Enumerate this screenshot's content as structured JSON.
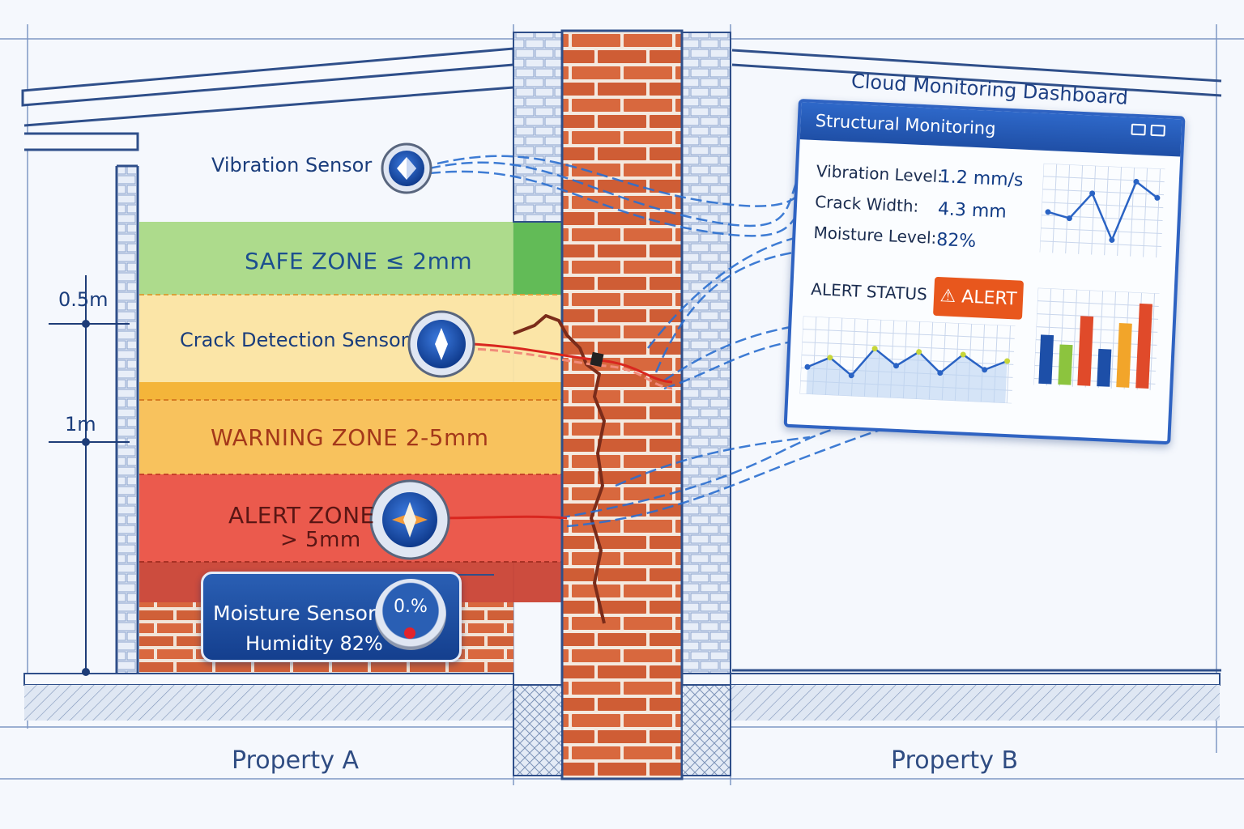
{
  "sensors": {
    "vibration": "Vibration Sensor",
    "crack": "Crack Detection Sensor",
    "moisture_title": "Moisture Sensor",
    "moisture_humidity": "Humidity 82%",
    "moisture_dial": "0.%"
  },
  "zones": {
    "safe": "SAFE ZONE ≤ 2mm",
    "warning": "WARNING ZONE 2-5mm",
    "alert_line1": "ALERT ZONE",
    "alert_line2": "> 5mm"
  },
  "dimensions": {
    "half": "0.5m",
    "one": "1m"
  },
  "properties": {
    "a": "Property A",
    "b": "Property B"
  },
  "dashboard": {
    "caption": "Cloud Monitoring Dashboard",
    "title": "Structural Monitoring",
    "metrics": [
      {
        "name": "Vibration Level:",
        "value": "1.2 mm/s"
      },
      {
        "name": "Crack Width:",
        "value": "4.3 mm"
      },
      {
        "name": "Moisture Level:",
        "value": "82%"
      }
    ],
    "alert_label": "ALERT STATUS",
    "alert_badge": "⚠ ALERT",
    "line_chart_top": [
      0.55,
      0.62,
      0.28,
      0.88,
      0.1,
      0.3
    ],
    "line_chart_bottom": [
      0.68,
      0.52,
      0.78,
      0.35,
      0.6,
      0.37,
      0.68,
      0.38,
      0.6,
      0.45
    ],
    "bar_chart": [
      {
        "value": 0.55,
        "color": "#1d4fa8"
      },
      {
        "value": 0.45,
        "color": "#8cc43e"
      },
      {
        "value": 0.78,
        "color": "#e04a2a"
      },
      {
        "value": 0.42,
        "color": "#1d4fa8"
      },
      {
        "value": 0.72,
        "color": "#f2a52a"
      },
      {
        "value": 0.95,
        "color": "#e04a2a"
      }
    ]
  },
  "colors": {
    "safe": "#a5d77f",
    "crack": "#fbe4a2",
    "warning": "#f8c25d",
    "alert": "#eb5a4d",
    "brick": "#d7663d",
    "mortar": "#f3e6dc",
    "wire": "#2b6fd0"
  }
}
